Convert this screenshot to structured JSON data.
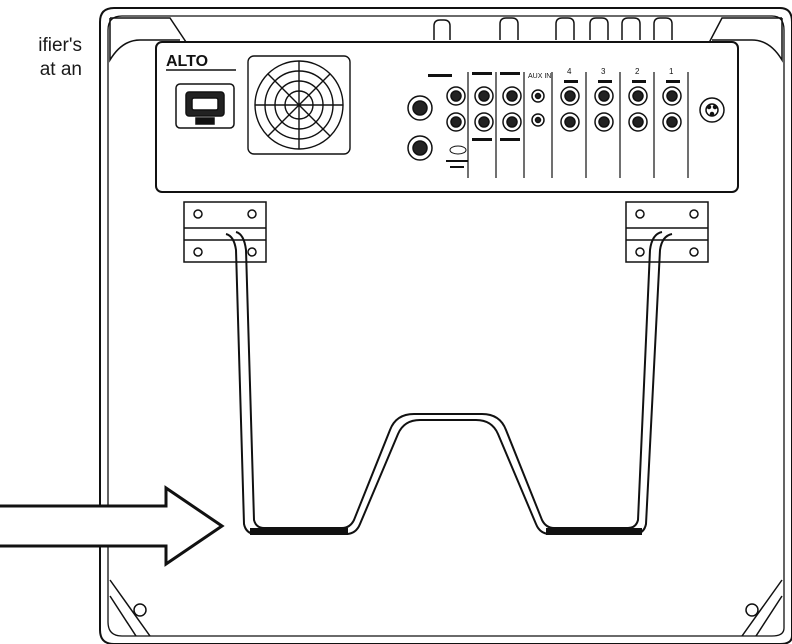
{
  "caption": {
    "line1": "ifier's",
    "line2": "at  an"
  },
  "panel": {
    "brand_logo": "ALTO",
    "channel_numbers": [
      "4",
      "3",
      "2",
      "1"
    ],
    "aux_label": "AUX IN"
  },
  "colors": {
    "outline": "#111111",
    "foot_pad": "#111111",
    "background": "#ffffff"
  },
  "icons": {
    "arrow": "right-arrow-icon",
    "power": "power-inlet-icon",
    "fan": "fan-grille-icon"
  }
}
